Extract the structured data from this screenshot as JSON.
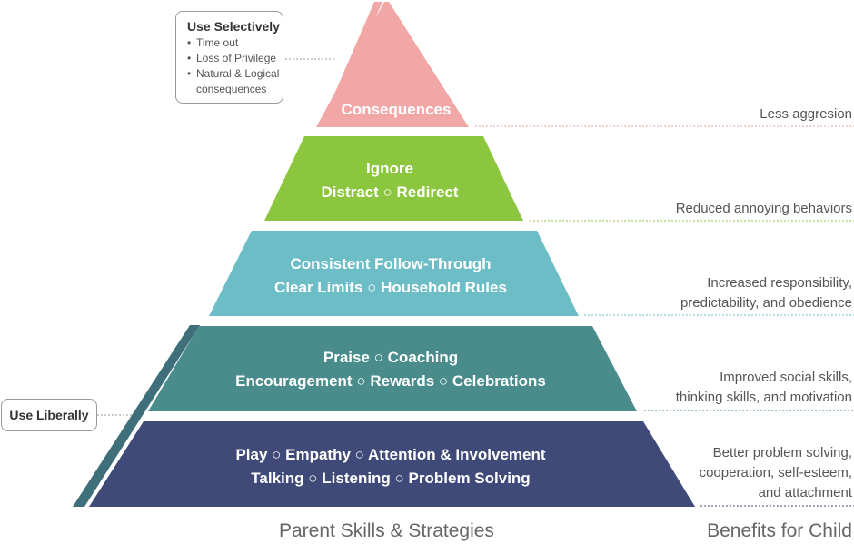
{
  "pyramid": {
    "tiers": [
      {
        "id": "consequences",
        "color": "#f2a7a7",
        "lines": [
          [
            "Consequences"
          ]
        ]
      },
      {
        "id": "ignore",
        "color": "#8cc63f",
        "lines": [
          [
            "Ignore"
          ],
          [
            "Distract",
            "Redirect"
          ]
        ]
      },
      {
        "id": "limits",
        "color": "#6cbdc6",
        "lines": [
          [
            "Consistent Follow-Through"
          ],
          [
            "Clear Limits",
            "Household Rules"
          ]
        ]
      },
      {
        "id": "praise",
        "color": "#4a8b8b",
        "lines": [
          [
            "Praise",
            "Coaching"
          ],
          [
            "Encouragement",
            "Rewards",
            "Celebrations"
          ]
        ]
      },
      {
        "id": "play",
        "color": "#3f4a79",
        "lines": [
          [
            "Play",
            "Empathy",
            "Attention & Involvement"
          ],
          [
            "Talking",
            "Listening",
            "Problem Solving"
          ]
        ]
      }
    ],
    "separator_symbol": "○"
  },
  "callouts": {
    "selectively": {
      "title": "Use Selectively",
      "bullet": "•",
      "items": [
        "Time out",
        "Loss of Privilege",
        "Natural & Logical consequences"
      ]
    },
    "liberally": {
      "title": "Use Liberally"
    }
  },
  "benefits": [
    {
      "lines": [
        "Less aggresion"
      ]
    },
    {
      "lines": [
        "Reduced annoying behaviors"
      ]
    },
    {
      "lines": [
        "Increased responsibility,",
        "predictability, and obedience"
      ]
    },
    {
      "lines": [
        "Improved social skills,",
        "thinking skills, and motivation"
      ]
    },
    {
      "lines": [
        "Better problem solving,",
        "cooperation, self-esteem,",
        "and attachment"
      ]
    }
  ],
  "footer": {
    "left": "Parent Skills & Strategies",
    "right": "Benefits for Child"
  },
  "colors": {
    "consequences": "#f2a7a7",
    "ignore": "#8cc63f",
    "limits": "#6cbdc6",
    "praise": "#4a8b8b",
    "play": "#3f4a79",
    "sidebar": "#3f6f7a"
  }
}
